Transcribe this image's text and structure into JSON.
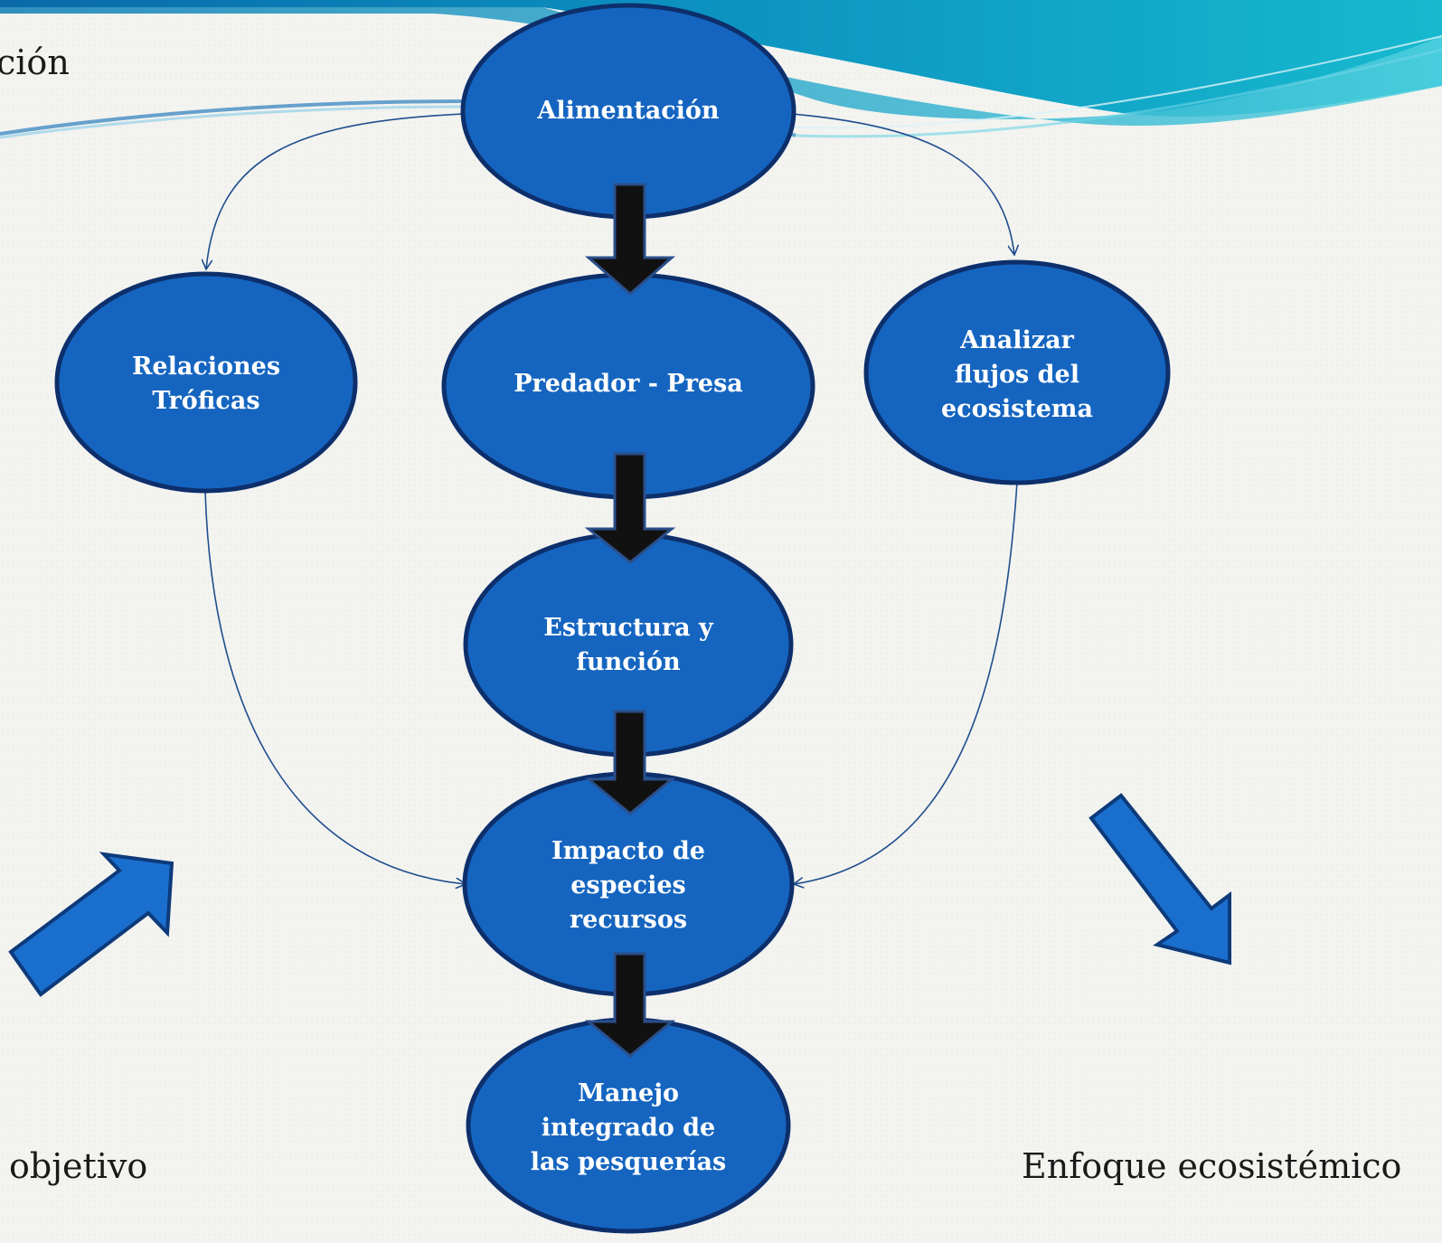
{
  "header": {
    "partial_title": "ción"
  },
  "colors": {
    "node_fill": "#1565C0",
    "node_stroke": "#0d2f6b",
    "arrow_dark": "#111111",
    "connector": "#1f4e8c",
    "banner_teal": "#12a7c4",
    "banner_blue": "#0a6aa8"
  },
  "nodes": {
    "alimentacion": "Alimentación",
    "relaciones": "Relaciones\nTróficas",
    "predador": "Predador - Presa",
    "analizar": "Analizar\nflujos del\necosistema",
    "estructura": "Estructura y\nfunción",
    "impacto": "Impacto de\nespecies\nrecursos",
    "manejo": "Manejo\nintegrado de\nlas pesquerías"
  },
  "footer": {
    "left_label": "objetivo",
    "right_label": "Enfoque ecosistémico"
  }
}
